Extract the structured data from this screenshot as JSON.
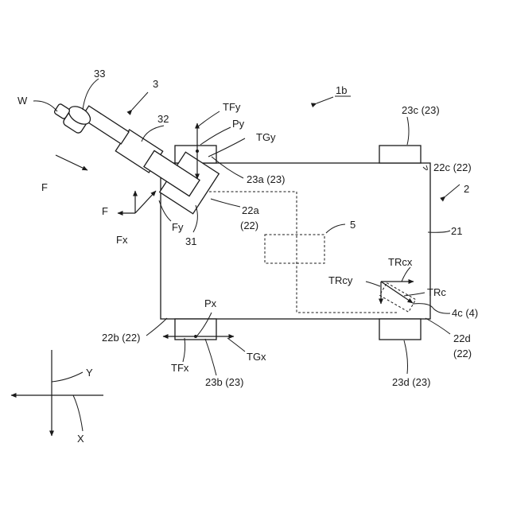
{
  "labels": {
    "fig": "1b",
    "robot": "3",
    "vehicle": "2",
    "body": "21",
    "controller": "5",
    "workpiece": "W",
    "end_effector": "33",
    "arm": "32",
    "base": "31",
    "wheel_c": "23c (23)",
    "wheel_a": "23a (23)",
    "wheel_b": "23b (23)",
    "wheel_d": "23d (23)",
    "corner_c": "22c (22)",
    "corner_a_1": "22a",
    "corner_a_2": "(22)",
    "corner_b": "22b (22)",
    "corner_d_1": "22d",
    "corner_d_2": "(22)",
    "sensor": "4c (4)",
    "force_F_main": "F",
    "force_F_small": "F",
    "force_Fx": "Fx",
    "force_Fy": "Fy",
    "TFy": "TFy",
    "Py": "Py",
    "TGy": "TGy",
    "Px": "Px",
    "TFx": "TFx",
    "TGx": "TGx",
    "TRcx": "TRcx",
    "TRcy": "TRcy",
    "TRc": "TRc",
    "axis_Y": "Y",
    "axis_X": "X"
  }
}
